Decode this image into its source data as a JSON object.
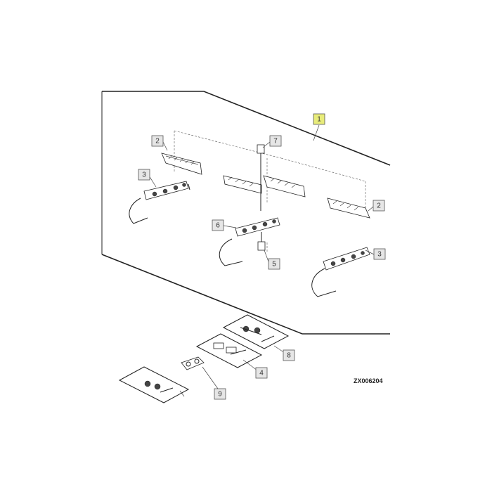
{
  "callouts": {
    "item1": "1",
    "item2_left": "2",
    "item2_right": "2",
    "item3_left": "3",
    "item3_right": "3",
    "item4": "4",
    "item5": "5",
    "item6": "6",
    "item7": "7",
    "item8": "8",
    "item9": "9"
  },
  "highlight_color": "#e8ec7a",
  "reference_code": "ZX006204"
}
